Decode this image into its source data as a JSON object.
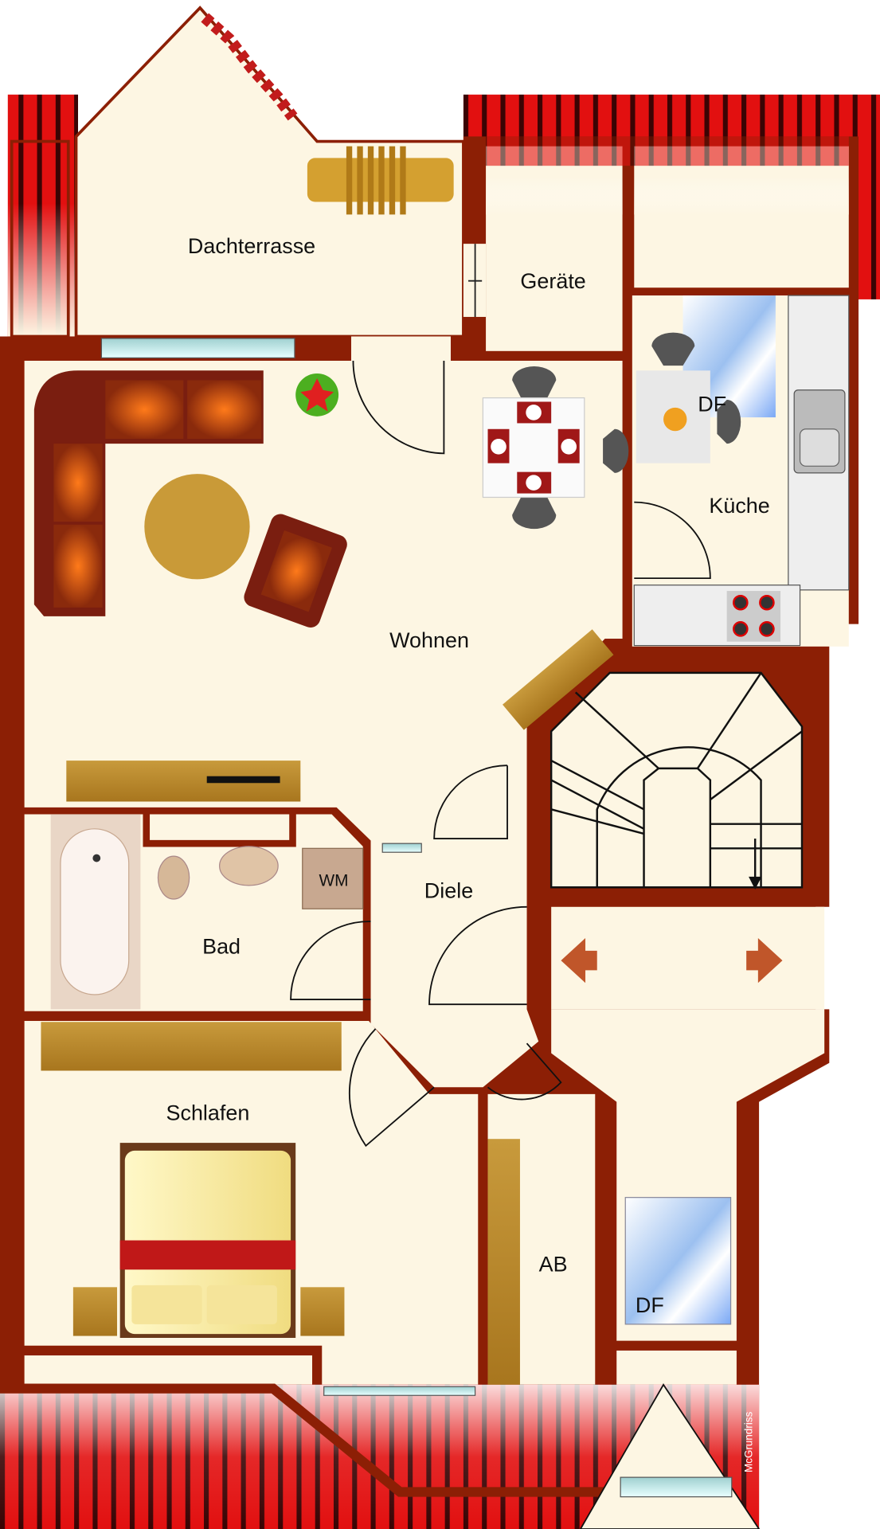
{
  "rooms": {
    "terrace": "Dachterrasse",
    "storage": "Geräte",
    "kitchen": "Küche",
    "kitchen_skylight": "DF",
    "living": "Wohnen",
    "hall": "Diele",
    "bath": "Bad",
    "washer": "WM",
    "bedroom": "Schlafen",
    "closet": "AB",
    "hall_skylight": "DF"
  },
  "watermark": "McGrundriss",
  "colors": {
    "wall": "#8c1f05",
    "floor": "#fdf6e3",
    "roof": "#e01010",
    "wood": "#b98a2e",
    "sofa": "#7a1e10"
  }
}
